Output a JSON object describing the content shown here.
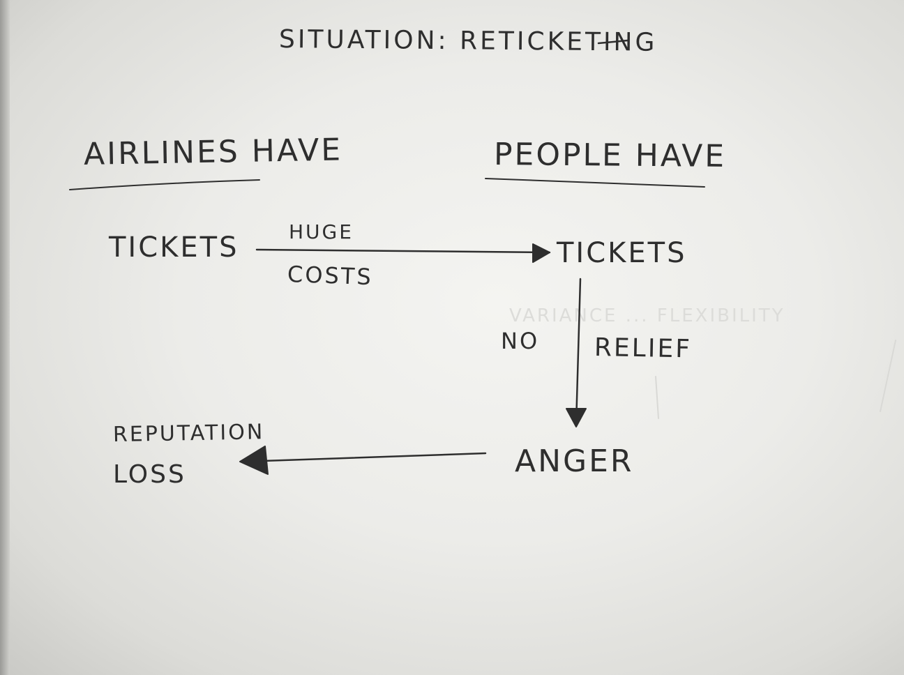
{
  "title": "SITUATION: RETICKETING",
  "headings": {
    "airlines": "AIRLINES HAVE",
    "people": "PEOPLE HAVE"
  },
  "nodes": {
    "airline_tickets": "TICKETS",
    "people_tickets": "TICKETS",
    "anger": "ANGER",
    "reputation": "REPUTATION",
    "loss": "LOSS"
  },
  "edges": {
    "top_label_upper": "HUGE",
    "top_label_lower": "COSTS",
    "down_label_left": "NO",
    "down_label_right": "RELIEF"
  },
  "faded_text": "VARIANCE ... FLEXIBILITY",
  "colors": {
    "ink": "#2e2e2e",
    "paper": "#ecece9"
  }
}
